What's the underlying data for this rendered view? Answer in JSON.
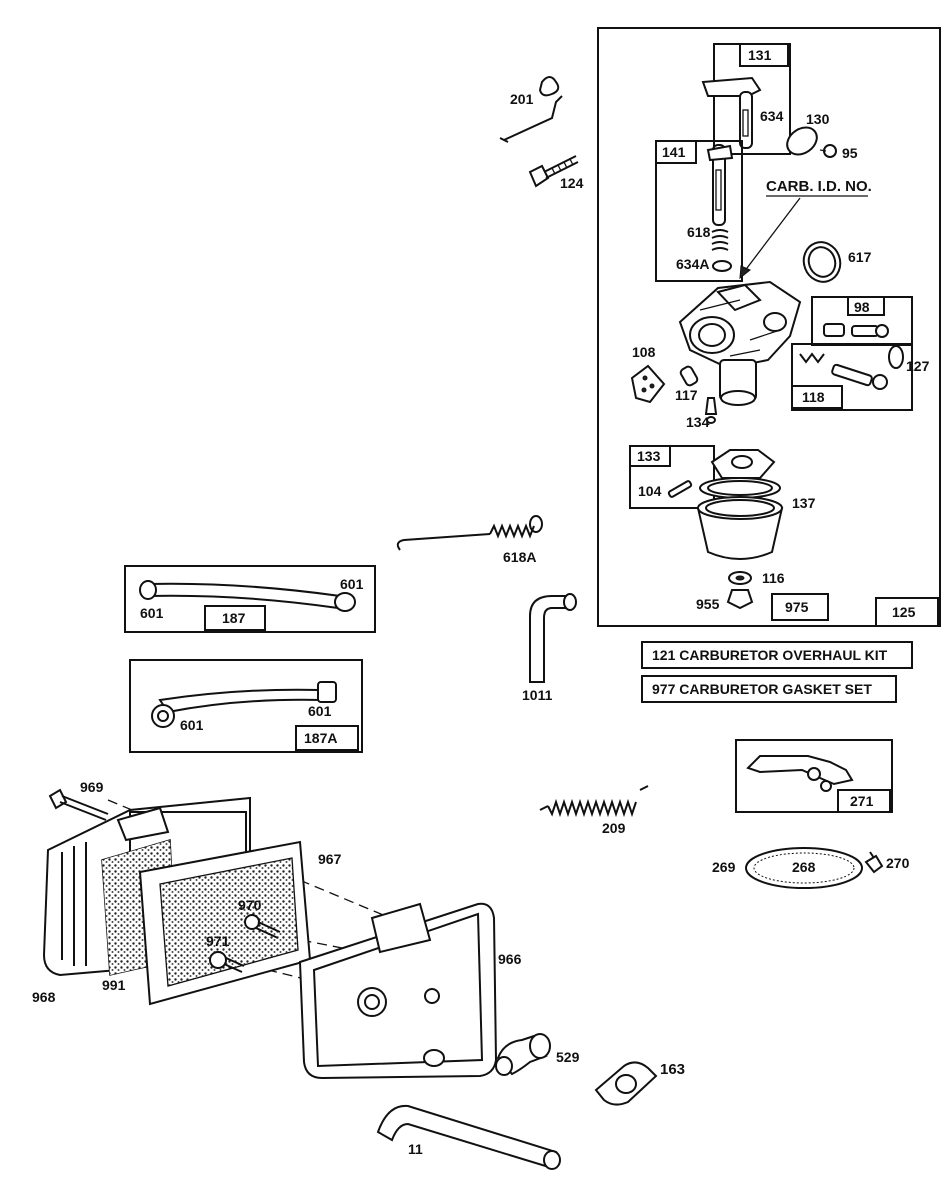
{
  "labels": {
    "p201": "201",
    "p124": "124",
    "p131": "131",
    "p634": "634",
    "p130": "130",
    "p95": "95",
    "p141": "141",
    "carb_id": "CARB. I.D. NO.",
    "p618": "618",
    "p634a": "634A",
    "p617": "617",
    "p98": "98",
    "p127": "127",
    "p108": "108",
    "p117": "117",
    "p118": "118",
    "p134": "134",
    "p133": "133",
    "p104": "104",
    "p137": "137",
    "p116": "116",
    "p955": "955",
    "p975": "975",
    "p125": "125",
    "p618a": "618A",
    "p601a": "601",
    "p601b": "601",
    "p187": "187",
    "p601c": "601",
    "p601d": "601",
    "p187a": "187A",
    "p1011": "1011",
    "p969": "969",
    "p967": "967",
    "p970": "970",
    "p971": "971",
    "p966": "966",
    "p968": "968",
    "p991": "991",
    "p209": "209",
    "p271": "271",
    "p269": "269",
    "p268": "268",
    "p270": "270",
    "p529": "529",
    "p163": "163",
    "p11": "11"
  },
  "kits": {
    "overhaul": "121  CARBURETOR OVERHAUL KIT",
    "gasket": "977  CARBURETOR GASKET SET"
  }
}
